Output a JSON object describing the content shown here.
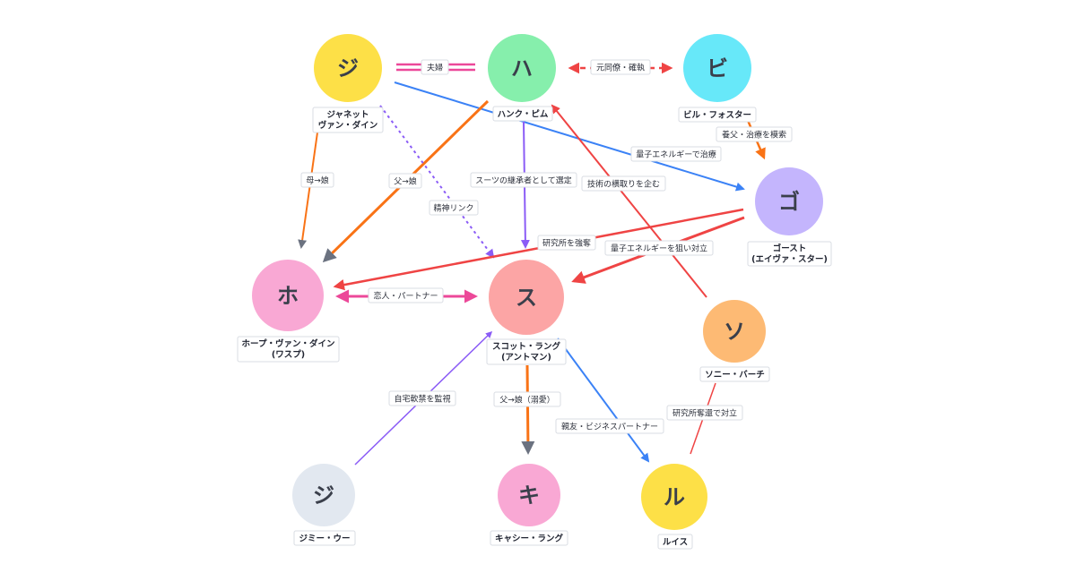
{
  "nodes": [
    {
      "id": "janet",
      "initial": "ジ",
      "label": [
        "ジャネット",
        "ヴァン・ダイン"
      ],
      "color": "#fde047"
    },
    {
      "id": "hank",
      "initial": "ハ",
      "label": [
        "ハンク・ピム"
      ],
      "color": "#86efac"
    },
    {
      "id": "bill",
      "initial": "ビ",
      "label": [
        "ビル・フォスター"
      ],
      "color": "#67e8f9"
    },
    {
      "id": "ghost",
      "initial": "ゴ",
      "label": [
        "ゴースト",
        "(エイヴァ・スター)"
      ],
      "color": "#c4b5fd"
    },
    {
      "id": "hope",
      "initial": "ホ",
      "label": [
        "ホープ・ヴァン・ダイン",
        "(ワスプ)"
      ],
      "color": "#f9a8d4"
    },
    {
      "id": "scott",
      "initial": "ス",
      "label": [
        "スコット・ラング",
        "(アントマン)"
      ],
      "color": "#fca5a5"
    },
    {
      "id": "sonny",
      "initial": "ソ",
      "label": [
        "ソニー・バーチ"
      ],
      "color": "#fdba74"
    },
    {
      "id": "jimmy",
      "initial": "ジ",
      "label": [
        "ジミー・ウー"
      ],
      "color": "#e2e8f0"
    },
    {
      "id": "cassie",
      "initial": "キ",
      "label": [
        "キャシー・ラング"
      ],
      "color": "#f9a8d4"
    },
    {
      "id": "luis",
      "initial": "ル",
      "label": [
        "ルイス"
      ],
      "color": "#fde047"
    }
  ],
  "edges": [
    {
      "from": "janet",
      "to": "hank",
      "label": "夫婦",
      "color": "#ec4899",
      "style": "double"
    },
    {
      "from": "hank",
      "to": "bill",
      "label": "元同僚・確執",
      "color": "#ef4444",
      "style": "dashed-both"
    },
    {
      "from": "bill",
      "to": "ghost",
      "label": "養父・治療を模索",
      "color": "#f97316",
      "style": "arrow"
    },
    {
      "from": "janet",
      "to": "ghost",
      "label": "量子エネルギーで治療",
      "color": "#3b82f6",
      "style": "arrow"
    },
    {
      "from": "janet",
      "to": "hope",
      "label": "母→娘",
      "color": "#f97316",
      "style": "arrow"
    },
    {
      "from": "hank",
      "to": "hope",
      "label": "父→娘",
      "color": "#f97316",
      "style": "arrow-thick"
    },
    {
      "from": "janet",
      "to": "scott",
      "label": "精神リンク",
      "color": "#8b5cf6",
      "style": "dotted"
    },
    {
      "from": "hank",
      "to": "scott",
      "label": "スーツの継承者として選定",
      "color": "#8b5cf6",
      "style": "arrow"
    },
    {
      "from": "sonny",
      "to": "hank",
      "label": "技術の横取りを企む",
      "color": "#ef4444",
      "style": "arrow"
    },
    {
      "from": "ghost",
      "to": "hope",
      "label": "研究所を強奪",
      "color": "#ef4444",
      "style": "arrow"
    },
    {
      "from": "ghost",
      "to": "scott",
      "label": "量子エネルギーを狙い対立",
      "color": "#ef4444",
      "style": "arrow-thick"
    },
    {
      "from": "hope",
      "to": "scott",
      "label": "恋人・パートナー",
      "color": "#ec4899",
      "style": "both-thick"
    },
    {
      "from": "scott",
      "to": "cassie",
      "label": "父→娘（溺愛）",
      "color": "#f97316",
      "style": "arrow-thick"
    },
    {
      "from": "scott",
      "to": "luis",
      "label": "親友・ビジネスパートナー",
      "color": "#3b82f6",
      "style": "arrow"
    },
    {
      "from": "jimmy",
      "to": "scott",
      "label": "自宅軟禁を監視",
      "color": "#8b5cf6",
      "style": "arrow"
    },
    {
      "from": "luis",
      "to": "sonny",
      "label": "研究所奪還で対立",
      "color": "#ef4444",
      "style": "line"
    }
  ]
}
